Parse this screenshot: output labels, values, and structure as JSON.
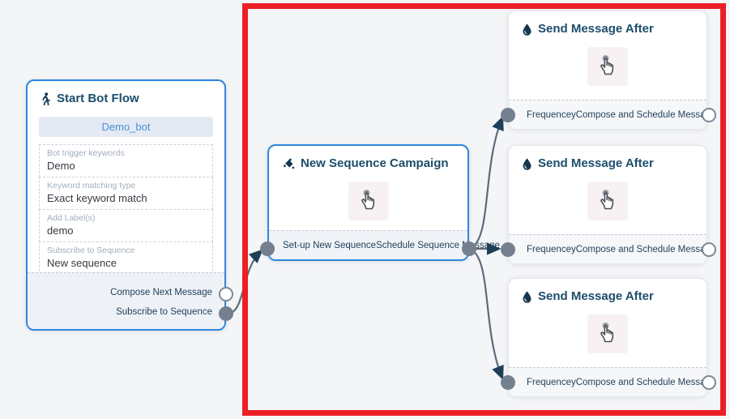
{
  "colors": {
    "background": "#f4f5f7",
    "node_border_blue": "#2e86de",
    "highlight_red": "#ec1e26",
    "connector": "#5d6b7a",
    "arrowhead": "#1e3f58",
    "port_filled": "#75808f",
    "title_text": "#1c4e6b",
    "bot_name_text": "#4a90d9"
  },
  "start_node": {
    "title": "Start Bot Flow",
    "icon": "walking-person-icon",
    "bot_name": "Demo_bot",
    "fields": [
      {
        "label": "Bot trigger keywords",
        "value": "Demo"
      },
      {
        "label": "Keyword matching type",
        "value": "Exact keyword match"
      },
      {
        "label": "Add Label(s)",
        "value": "demo"
      },
      {
        "label": "Subscribe to Sequence",
        "value": "New sequence"
      }
    ],
    "outputs": [
      {
        "label": "Compose Next Message",
        "connected": false
      },
      {
        "label": "Subscribe to Sequence",
        "connected": true
      }
    ]
  },
  "sequence_node": {
    "title": "New Sequence Campaign",
    "icon": "ink-bottle-icon",
    "center_icon": "hand-pointer-icon",
    "input_label": "Set-up New Sequence",
    "output_label": "Schedule Sequence Message"
  },
  "send_nodes": [
    {
      "title": "Send Message After",
      "icon": "water-drop-icon",
      "center_icon": "hand-pointer-icon",
      "input_label": "Frequencey",
      "output_label": "Compose and Schedule Message"
    },
    {
      "title": "Send Message After",
      "icon": "water-drop-icon",
      "center_icon": "hand-pointer-icon",
      "input_label": "Frequencey",
      "output_label": "Compose and Schedule Message"
    },
    {
      "title": "Send Message After",
      "icon": "water-drop-icon",
      "center_icon": "hand-pointer-icon",
      "input_label": "Frequencey",
      "output_label": "Compose and Schedule Message"
    }
  ]
}
